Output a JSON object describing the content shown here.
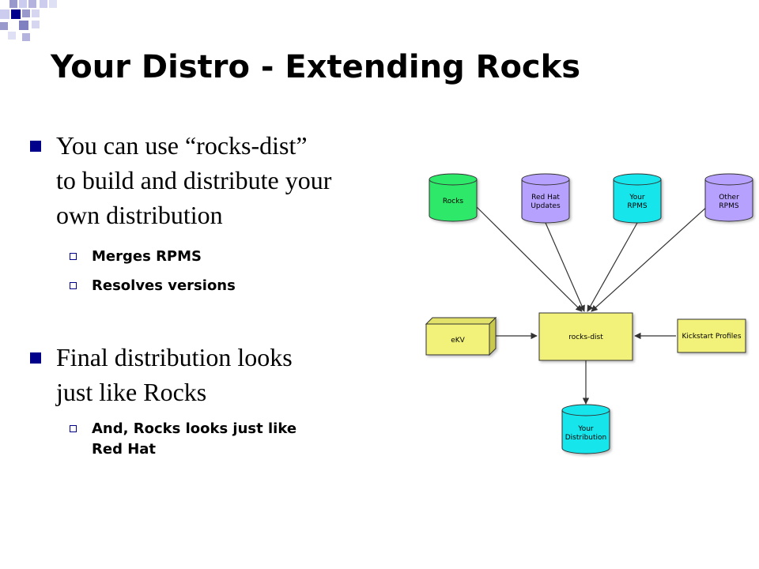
{
  "slide": {
    "title": "Your Distro - Extending Rocks",
    "bullets": [
      {
        "lines": [
          "You can use “rocks-dist”",
          "to build and distribute your",
          "own distribution"
        ],
        "subs": [
          {
            "lines": [
              "Merges RPMS"
            ]
          },
          {
            "lines": [
              "Resolves versions"
            ]
          }
        ]
      },
      {
        "lines": [
          "Final distribution looks",
          "just like Rocks"
        ],
        "subs": [
          {
            "lines": [
              "And, Rocks looks just like",
              "Red Hat"
            ]
          }
        ]
      }
    ]
  },
  "diagram": {
    "colors": {
      "green": "#2ee86a",
      "purple": "#b7a1ff",
      "cyan": "#18e6ec",
      "yellow": "#f2f27a"
    },
    "sources": [
      {
        "lines": [
          "Rocks"
        ]
      },
      {
        "lines": [
          "Red Hat",
          "Updates"
        ]
      },
      {
        "lines": [
          "Your",
          "RPMS"
        ]
      },
      {
        "lines": [
          "Other",
          "RPMS"
        ]
      }
    ],
    "center": {
      "label": "rocks-dist"
    },
    "left": {
      "label": "eKV"
    },
    "right": {
      "label": "Kickstart Profiles"
    },
    "output": {
      "lines": [
        "Your",
        "Distribution"
      ]
    }
  }
}
